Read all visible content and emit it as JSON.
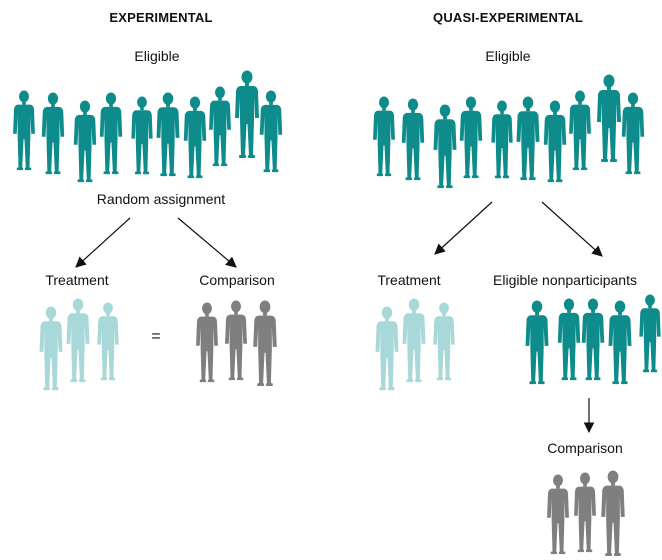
{
  "experimental": {
    "title": "EXPERIMENTAL",
    "eligible_label": "Eligible",
    "assignment_label": "Random assignment",
    "treatment_label": "Treatment",
    "comparison_label": "Comparison",
    "equals_sign": "="
  },
  "quasi_experimental": {
    "title": "QUASI-EXPERIMENTAL",
    "eligible_label": "Eligible",
    "treatment_label": "Treatment",
    "nonparticipants_label": "Eligible nonparticipants",
    "comparison_label": "Comparison"
  },
  "colors": {
    "eligible": "#0e8c8c",
    "treatment": "#a9d8d9",
    "comparison": "#7f7f80",
    "arrow": "#111111"
  }
}
